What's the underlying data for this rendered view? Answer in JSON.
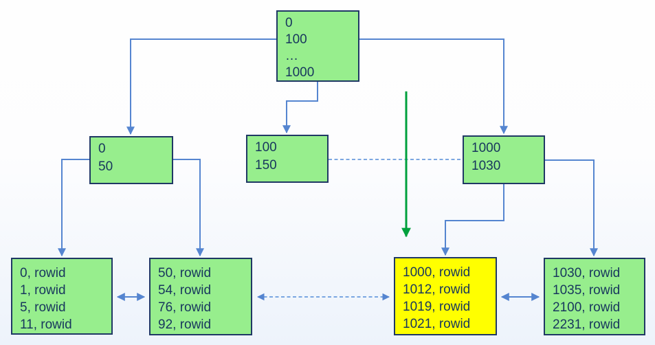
{
  "diagram": {
    "description": "B-tree index structure with highlighted leaf block",
    "colors": {
      "node-green": "#97ee8d",
      "node-yellow": "#ffff00",
      "node-border": "#1f3864",
      "node-text": "#17365d",
      "connector-blue": "#5585d0",
      "connector-dashed": "#699bdd",
      "search-green": "#00a03c",
      "bg-top": "#fefefe",
      "bg-bottom": "#edf3fb"
    },
    "nodes": {
      "root": {
        "lines": [
          "0",
          "100",
          "…",
          "1000"
        ]
      },
      "branch_left": {
        "lines": [
          "0",
          "50"
        ]
      },
      "branch_mid": {
        "lines": [
          "100",
          "150"
        ]
      },
      "branch_right": {
        "lines": [
          "1000",
          "1030"
        ]
      },
      "leaf_1": {
        "lines": [
          "0, rowid",
          "1, rowid",
          "5, rowid",
          "11, rowid"
        ]
      },
      "leaf_2": {
        "lines": [
          "50, rowid",
          "54, rowid",
          "76, rowid",
          "92, rowid"
        ]
      },
      "leaf_3": {
        "lines": [
          "1000, rowid",
          "1012, rowid",
          "1019, rowid",
          "1021, rowid"
        ]
      },
      "leaf_4": {
        "lines": [
          "1030, rowid",
          "1035, rowid",
          "2100, rowid",
          "2231, rowid"
        ]
      }
    }
  }
}
